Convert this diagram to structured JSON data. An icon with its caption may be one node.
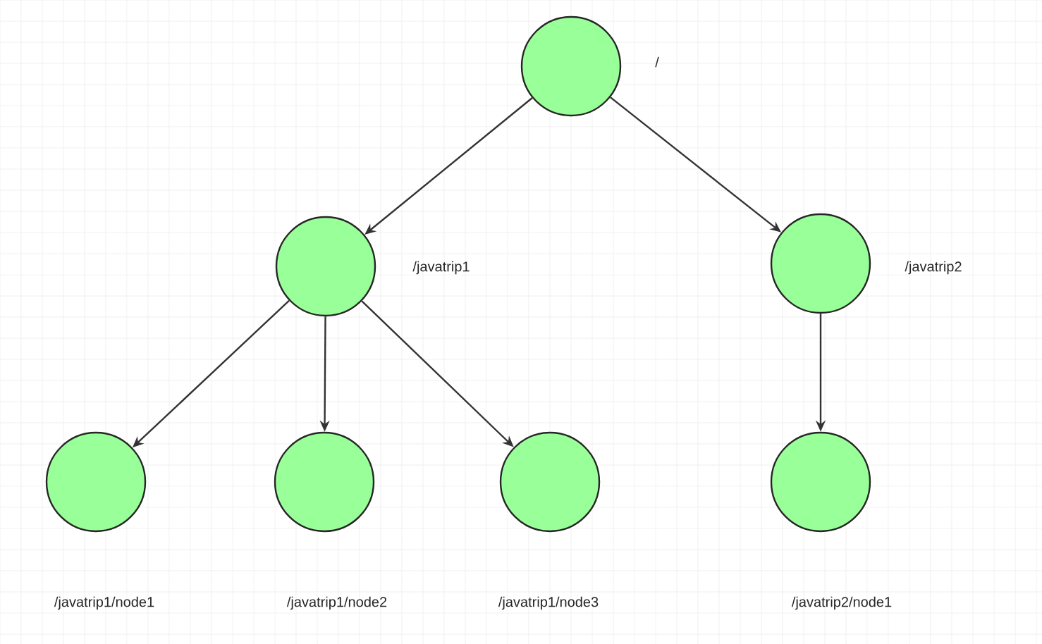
{
  "diagram": {
    "nodes": [
      {
        "text": [],
        "shape": "circle",
        "beside": [
          "/"
        ]
      },
      {
        "text": [],
        "shape": "circle",
        "beside": [
          "/javatrip1"
        ]
      },
      {
        "text": [],
        "shape": "circle",
        "beside": [
          "/javatrip2"
        ]
      },
      {
        "text": [],
        "shape": "circle"
      },
      {
        "text": [],
        "shape": "circle"
      },
      {
        "text": [],
        "shape": "circle"
      },
      {
        "text": [],
        "shape": "circle"
      }
    ],
    "labels": [
      "/javatrip1/node1",
      "/javatrip1/node2",
      "/javatrip1/node3",
      "/javatrip2/node1"
    ],
    "edges": [
      {
        "from": 0,
        "to": 1,
        "arrow": "to"
      },
      {
        "from": 0,
        "to": 2,
        "arrow": "to"
      },
      {
        "from": 1,
        "to": 3,
        "arrow": "to"
      },
      {
        "from": 1,
        "to": 4,
        "arrow": "to"
      },
      {
        "from": 1,
        "to": 5,
        "arrow": "to"
      },
      {
        "from": 2,
        "to": 6,
        "arrow": "to"
      }
    ]
  }
}
